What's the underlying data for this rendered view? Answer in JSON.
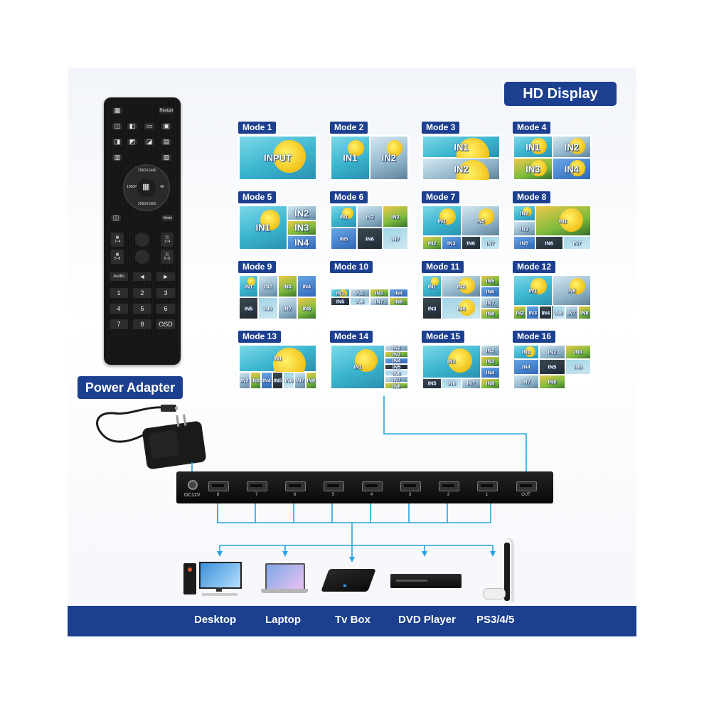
{
  "hd_display_label": "HD Display",
  "power_adapter_label": "Power Adapter",
  "modes": [
    {
      "label": "Mode 1",
      "tiles": [
        "INPUT"
      ]
    },
    {
      "label": "Mode 2",
      "tiles": [
        "IN1",
        "IN2"
      ]
    },
    {
      "label": "Mode 3",
      "tiles": [
        "IN1",
        "IN2"
      ]
    },
    {
      "label": "Mode 4",
      "tiles": [
        "IN1",
        "IN2",
        "IN3",
        "IN4"
      ]
    },
    {
      "label": "Mode 5",
      "tiles": [
        "IN1",
        "IN2",
        "IN3",
        "IN4"
      ]
    },
    {
      "label": "Mode 6",
      "tiles": [
        "IN1",
        "IN2",
        "IN3",
        "IN5",
        "IN6",
        "IN7"
      ]
    },
    {
      "label": "Mode 7",
      "tiles": [
        "IN1",
        "IN5",
        "IN2",
        "IN3",
        "IN6",
        "IN7"
      ]
    },
    {
      "label": "Mode 8",
      "tiles": [
        "IN2",
        "IN3",
        "IN1",
        "IN5",
        "IN6",
        "IN7"
      ]
    },
    {
      "label": "Mode 9",
      "tiles": [
        "IN1",
        "IN2",
        "IN3",
        "IN4",
        "IN5",
        "IN6",
        "IN7",
        "IN8"
      ]
    },
    {
      "label": "Mode 10",
      "tiles": [
        "IN1",
        "IN2",
        "IN3",
        "IN4",
        "IN5",
        "IN6",
        "IN7",
        "IN8"
      ]
    },
    {
      "label": "Mode 11",
      "tiles": [
        "IN1",
        "IN2",
        "IN5",
        "IN6",
        "IN3",
        "IN4",
        "IN7",
        "IN8"
      ]
    },
    {
      "label": "Mode 12",
      "tiles": [
        "IN1",
        "IN5",
        "IN2",
        "IN3",
        "IN4",
        "IN6",
        "IN7",
        "IN8"
      ]
    },
    {
      "label": "Mode 13",
      "tiles": [
        "IN1",
        "IN2",
        "IN3",
        "IN4",
        "IN5",
        "IN6",
        "IN7",
        "IN8"
      ]
    },
    {
      "label": "Mode 14",
      "tiles": [
        "IN1",
        "IN2",
        "IN3",
        "IN4",
        "IN5",
        "IN6",
        "IN7",
        "IN8"
      ]
    },
    {
      "label": "Mode 15",
      "tiles": [
        "IN1",
        "IN2",
        "IN3",
        "IN4",
        "IN5",
        "IN6",
        "IN7",
        "IN8"
      ]
    },
    {
      "label": "Mode 16",
      "tiles": [
        "IN1",
        "IN2",
        "IN3",
        "IN4",
        "IN5",
        "IN6",
        "IN7",
        "IN8"
      ]
    }
  ],
  "remote": {
    "top_right": "Restart",
    "res_top": "2560X1440",
    "res_left": "1080P",
    "res_right": "4K",
    "res_bottom": "2560X1600",
    "mode": "Mode",
    "audio": "Audio",
    "left_arrow": "◄",
    "right_arrow": "►",
    "keys": [
      "1",
      "2",
      "3",
      "4",
      "5",
      "6",
      "7",
      "8",
      "OSD"
    ],
    "b14": "1~4",
    "b58": "5~8"
  },
  "switch": {
    "dc_label": "DC12V",
    "ports": [
      "8",
      "7",
      "6",
      "5",
      "4",
      "3",
      "2",
      "1"
    ],
    "out_label": "OUT"
  },
  "devices": [
    {
      "name": "Desktop"
    },
    {
      "name": "Laptop"
    },
    {
      "name": "Tv Box"
    },
    {
      "name": "DVD Player"
    },
    {
      "name": "PS3/4/5"
    }
  ],
  "colors": {
    "brand_blue": "#1c3f8f",
    "wire_blue": "#29a3e0"
  }
}
